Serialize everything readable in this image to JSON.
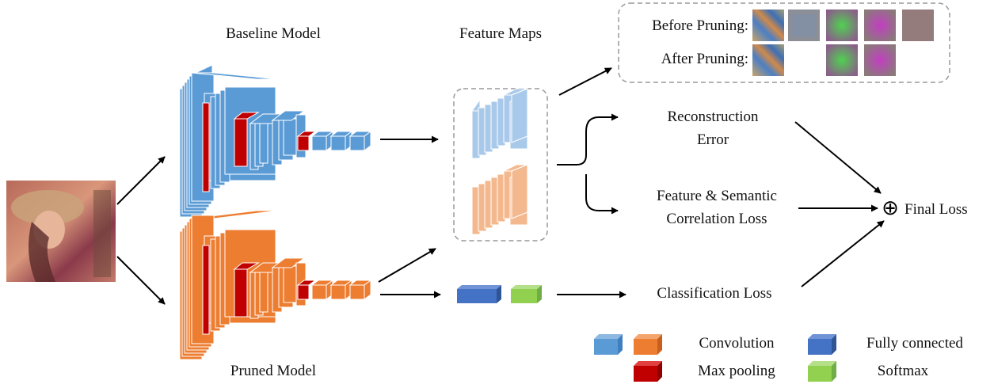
{
  "diagram": {
    "baseline_title": "Baseline Model",
    "pruned_title": "Pruned Model",
    "feature_maps_title": "Feature Maps",
    "before_pruning": "Before Pruning:",
    "after_pruning": "After Pruning:",
    "reconstruction_line1": "Reconstruction",
    "reconstruction_line2": "Error",
    "correlation_line1": "Feature & Semantic",
    "correlation_line2": "Correlation Loss",
    "classification": "Classification Loss",
    "final_loss": "Final Loss",
    "plus_symbol": "⊕"
  },
  "legend": {
    "convolution": "Convolution",
    "max_pooling": "Max pooling",
    "fully_connected": "Fully connected",
    "softmax": "Softmax"
  },
  "colors": {
    "baseline_blue": "#5b9bd5",
    "pruned_orange": "#ed7d31",
    "max_pool_red": "#c00000",
    "fc_blue": "#4472c4",
    "softmax_green": "#92d050",
    "light_blue": "#a9c9ea",
    "light_orange": "#f4b88e"
  },
  "thumbnails": {
    "before": [
      "blue-orange-stripe",
      "grey-blue-texture",
      "green-blob",
      "magenta-blob",
      "grey-brown"
    ],
    "after": [
      "blue-orange-stripe",
      "empty",
      "green-blob",
      "magenta-blob",
      "empty"
    ]
  }
}
